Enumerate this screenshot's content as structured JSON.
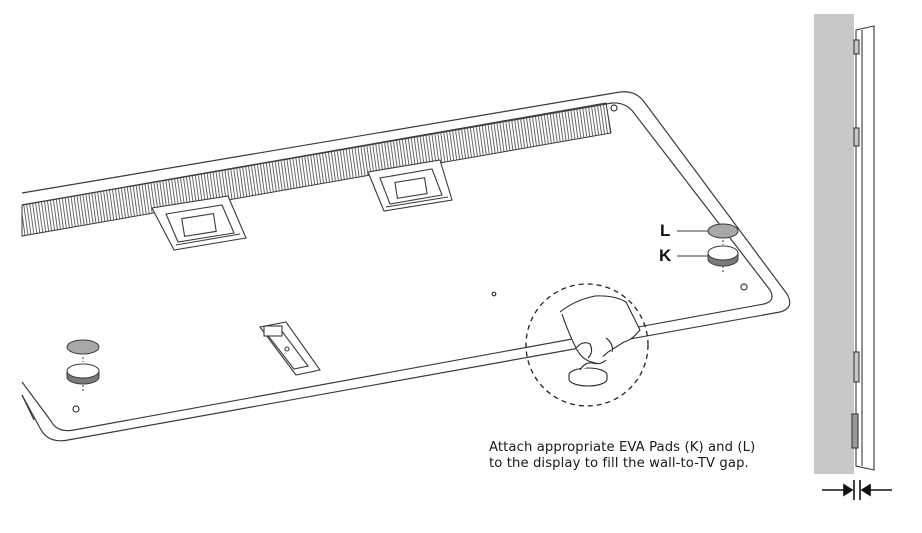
{
  "labels": {
    "pad_l": "L",
    "pad_k": "K"
  },
  "caption": {
    "line1": "Attach appropriate EVA Pads (K) and (L)",
    "line2": "to the display to fill the wall-to-TV gap."
  },
  "colors": {
    "line": "#3a3a3a",
    "wall": "#c8c8c8",
    "pad_top": "#a8a8a8",
    "pad_side": "#7a7a7a",
    "arrow": "#111111"
  }
}
